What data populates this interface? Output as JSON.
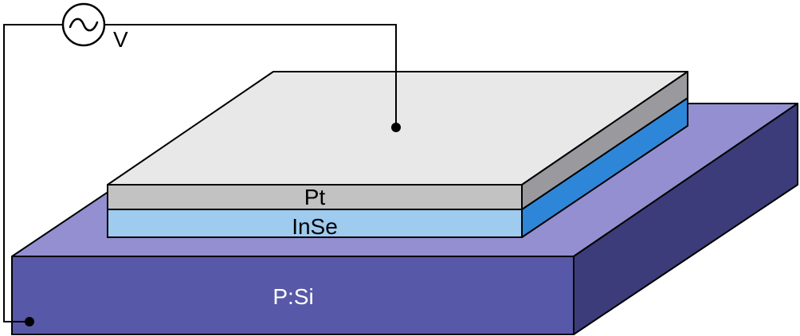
{
  "source": {
    "label": "V",
    "icon": "ac-source-icon"
  },
  "layers": {
    "top_electrode": "Pt",
    "active": "InSe",
    "substrate": "P:Si"
  },
  "colors": {
    "substrate_top": "#938fd0",
    "substrate_front": "#5858a8",
    "substrate_side": "#3c3c7a",
    "pt_top": "#e8e8e8",
    "pt_front": "#c2c2c2",
    "pt_side": "#9a9a9e",
    "inse_front": "#9ecbee",
    "inse_side": "#2e86d8",
    "wire": "#000000"
  }
}
